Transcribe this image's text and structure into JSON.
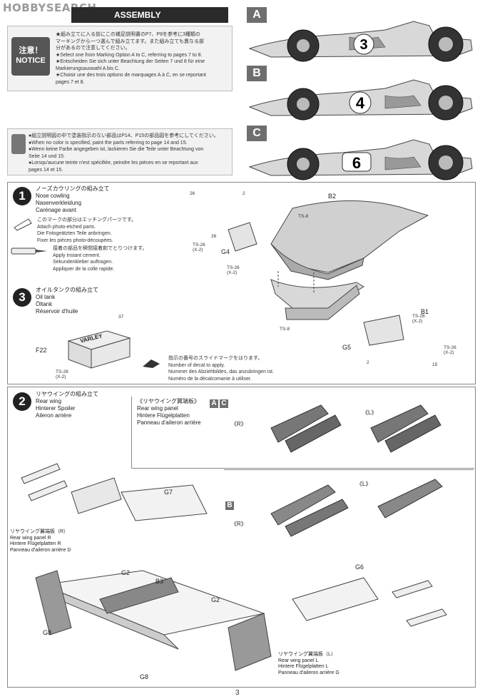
{
  "watermark": "HOBBYSEARCH",
  "header": {
    "title": "ASSEMBLY"
  },
  "notice": {
    "badge_line1": "注意！",
    "badge_line2": "NOTICE",
    "lines": [
      "★組み立てに入る前にこの補足説明書のP7、P8を参考に3種類の",
      "マーキングから一つ選んで組み立てます。また組み立ても異なる部",
      "分があるので注意してください。",
      "★Select one from Marking Option A to C, referring to pages 7 to 8.",
      "★Entscheiden Sie sich unter Beachtung der Seiten 7 und 8 für eine",
      "Markierungsauswahl A bis C.",
      "★Choisir une des trois options de marquages A à C, en se reportant",
      "pages 7 et 8."
    ]
  },
  "paint_note": {
    "lines": [
      "●組立説明図の中で塗装指示のない部品はP14、P15の部品図を参考にしてください。",
      "●When no color is specified, paint the parts referring to page 14 and 15.",
      "●Wenn keine Farbe angegeben ist, lackieren Sie die Teile unter Beachtung von",
      "Seite 14 und 15.",
      "●Lorsqu'aucune teinte n'est spécifiée, peindre les pièces en se reportant aux",
      "pages 14 et 15."
    ]
  },
  "options": [
    {
      "label": "A",
      "number": "3"
    },
    {
      "label": "B",
      "number": "4"
    },
    {
      "label": "C",
      "number": "6"
    }
  ],
  "step1": {
    "number": "1",
    "lines": [
      "ノーズカウリングの組み立て",
      "Nose cowling",
      "Nasenverkleidung",
      "Carénage avant"
    ],
    "etched_note": [
      "このマークの部分はエッチングパーツです。",
      "Attach photo-etched parts.",
      "Die Fotogeätzten Teile anbringen.",
      "Fixer les pièces photo-découpées."
    ],
    "glue_note": [
      "接着の部品を瞬間接着剤でとりつけます。",
      "Apply instant cement.",
      "Sekundenkleber auftragen.",
      "Appliquer de la colle rapide."
    ],
    "parts": {
      "b2": "B2",
      "b1": "B1",
      "g4": "G4",
      "g5": "G5",
      "ts8": "TS-8",
      "ts26": "TS-26",
      "x2": "(X-2)",
      "ts26b": "TS-26",
      "x2b": "(X-2)",
      "ts8b": "TS-8",
      "ts26c": "TS-26",
      "x2c": "(X-2)",
      "ts26d": "TS-26",
      "x2d": "(X-2)",
      "num2a": "2",
      "num2b": "2",
      "num26a": "26",
      "num26b": "26",
      "num15": "15"
    }
  },
  "step3": {
    "number": "3",
    "lines": [
      "オイルタンクの組み立て",
      "Oil tank",
      "Öltank",
      "Réservoir d'huile"
    ],
    "part": "F22",
    "brand": "VARLEY",
    "ts": "TS-26",
    "x2": "(X-2)",
    "decal_num": "37",
    "decal_note": [
      "指示の番号のスライドマークをはります。",
      "Number of decal to apply.",
      "Nummer des Abziehbildes, das anzubringen ist.",
      "Numéro de la décalcomanie à utiliser."
    ]
  },
  "step2": {
    "number": "2",
    "lines": [
      "リヤウイングの組み立て",
      "Rear wing",
      "Hinterer Spoiler",
      "Aileron arrière"
    ],
    "panel_title": [
      "《リヤウイング翼端板》",
      "Rear wing panel",
      "Hintere Flügelplatten",
      "Panneau d'aileron arrière"
    ],
    "opt_a": "A",
    "opt_c": "C",
    "opt_b": "B",
    "r": "《R》",
    "l": "《L》",
    "r2": "《R》",
    "l2": "《L》",
    "panel_r_label": [
      "リヤウイング翼端板（R）",
      "Rear wing panel R",
      "Hintere Flügelplatten R",
      "Panneau d'aileron arrière D"
    ],
    "panel_l_label": [
      "リヤウイング翼端板（L）",
      "Rear wing panel L",
      "Hintere Flügelplatten L",
      "Panneau d'aileron arrière G"
    ],
    "parts": {
      "g7": "G7",
      "g6": "G6",
      "g2a": "G2",
      "g2b": "G2",
      "b3": "B3",
      "g8a": "G8",
      "g8b": "G8"
    }
  },
  "page_number": "3"
}
